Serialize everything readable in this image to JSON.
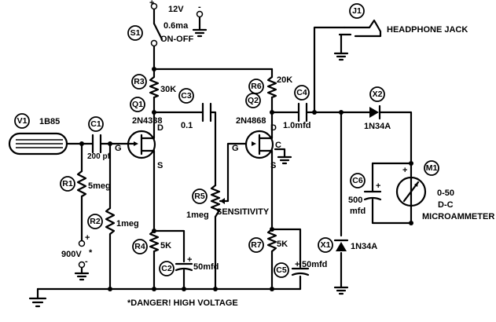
{
  "components": {
    "v1": {
      "ref": "V1",
      "value": "1B85"
    },
    "c1": {
      "ref": "C1",
      "value": "200 pf"
    },
    "r1": {
      "ref": "R1",
      "value": "5meg"
    },
    "r2": {
      "ref": "R2",
      "value": "1meg"
    },
    "q1": {
      "ref": "Q1",
      "value": "2N4338",
      "pin_d": "D",
      "pin_g": "G",
      "pin_s": "S"
    },
    "r3": {
      "ref": "R3",
      "value": "30K"
    },
    "r4": {
      "ref": "R4",
      "value": "5K"
    },
    "c2": {
      "ref": "C2",
      "value": "50mfd"
    },
    "c3": {
      "ref": "C3",
      "value": "0.1"
    },
    "r5": {
      "ref": "R5",
      "value": "1meg",
      "function": "SENSITIVITY"
    },
    "q2": {
      "ref": "Q2",
      "value": "2N4868",
      "pin_d": "D",
      "pin_g": "G",
      "pin_s": "S",
      "pin_c": "C"
    },
    "r6": {
      "ref": "R6",
      "value": "20K"
    },
    "r7": {
      "ref": "R7",
      "value": "5K"
    },
    "c5": {
      "ref": "C5",
      "value": "50mfd"
    },
    "c4": {
      "ref": "C4",
      "value": "1.0mfd"
    },
    "s1": {
      "ref": "S1",
      "value": "ON-OFF"
    },
    "j1": {
      "ref": "J1",
      "value": "HEADPHONE JACK"
    },
    "x2": {
      "ref": "X2",
      "value": "1N34A"
    },
    "x1": {
      "ref": "X1",
      "value": "1N34A"
    },
    "c6": {
      "ref": "C6",
      "value_line1": "500",
      "value_line2": "mfd"
    },
    "m1": {
      "ref": "M1",
      "value_line1": "0-50",
      "value_line2": "D-C",
      "value_line3": "MICROAMMETER"
    }
  },
  "supply": {
    "voltage": "12V",
    "current": "0.6ma",
    "plus": "+",
    "minus": "-"
  },
  "hv_supply": {
    "voltage": "900V",
    "star": "*",
    "plus": "+",
    "minus": "-"
  },
  "polarity": {
    "plus": "+"
  },
  "footnote": "*DANGER! HIGH VOLTAGE"
}
